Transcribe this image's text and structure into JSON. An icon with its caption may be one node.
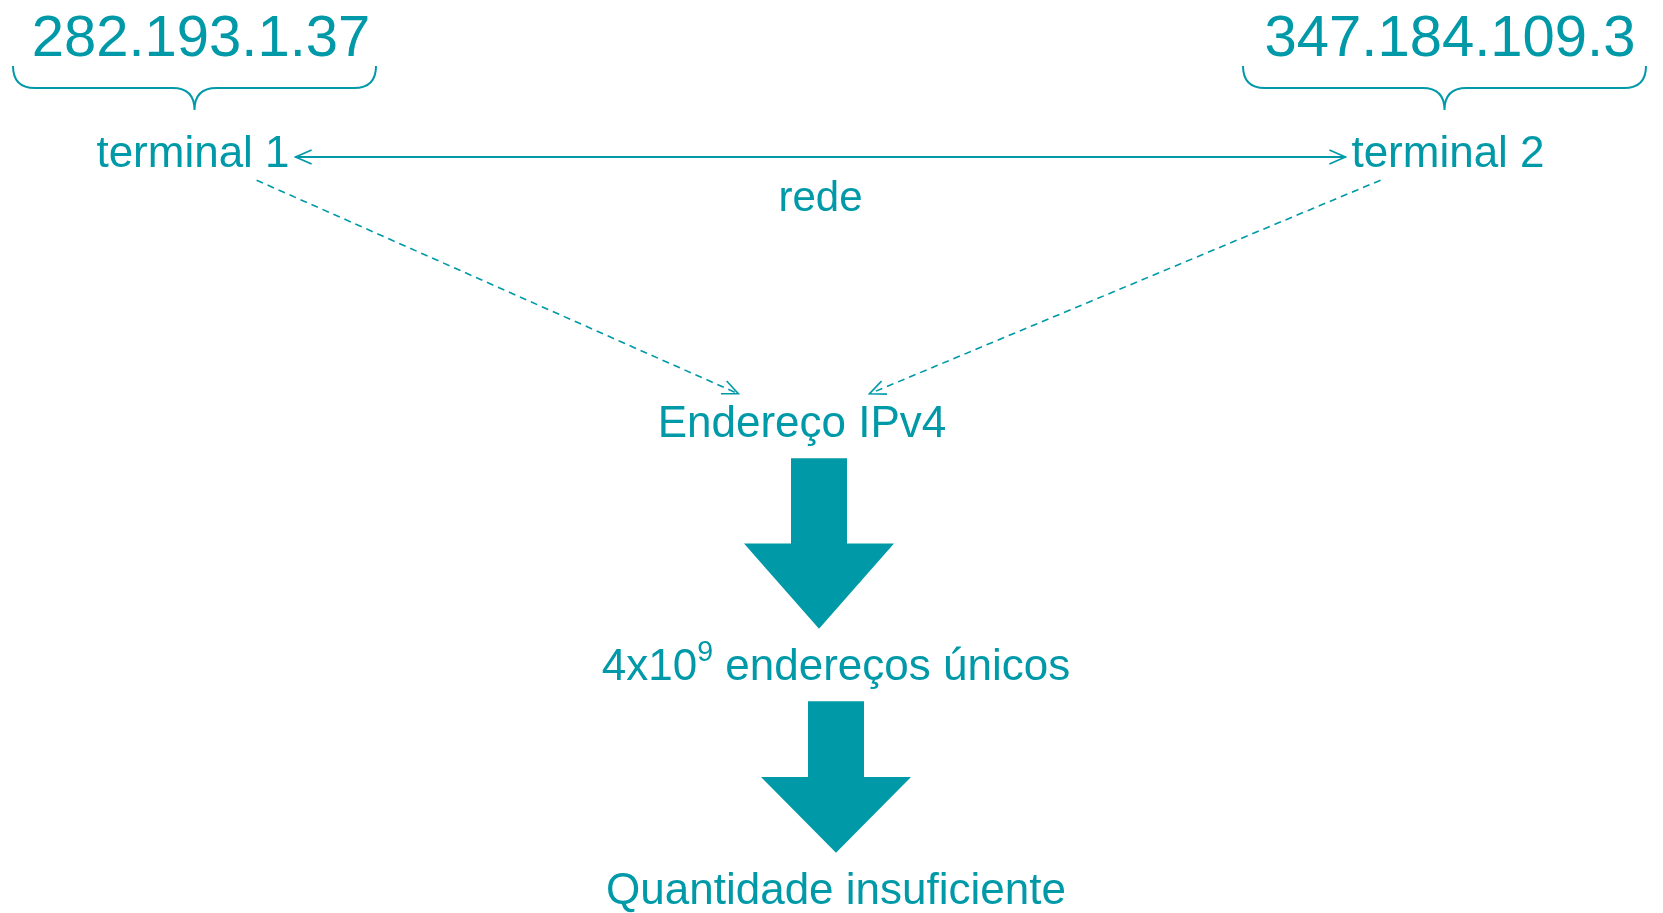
{
  "diagram": {
    "nodes": [
      {
        "text": [
          "282.193.1.37"
        ]
      },
      {
        "text": [
          "terminal 1"
        ]
      },
      {
        "text": [
          "347.184.109.3"
        ]
      },
      {
        "text": [
          "terminal 2"
        ]
      },
      {
        "text": [
          "Endereço IPv4"
        ]
      },
      {
        "text": [
          "4x10$^{9}$ endereços únicos"
        ]
      },
      {
        "text": [
          "Quantidade insuficiente"
        ]
      }
    ],
    "edges": [
      {
        "from": 1,
        "to": 3,
        "arrow": "both",
        "label": "rede"
      },
      {
        "from": 1,
        "to": 4,
        "arrow": "to",
        "style": "dashed"
      },
      {
        "from": 3,
        "to": 4,
        "arrow": "to",
        "style": "dashed"
      },
      {
        "from": 4,
        "to": 5,
        "arrow": "to",
        "style": "thick"
      },
      {
        "from": 5,
        "to": 6,
        "arrow": "to",
        "style": "thick"
      }
    ]
  }
}
